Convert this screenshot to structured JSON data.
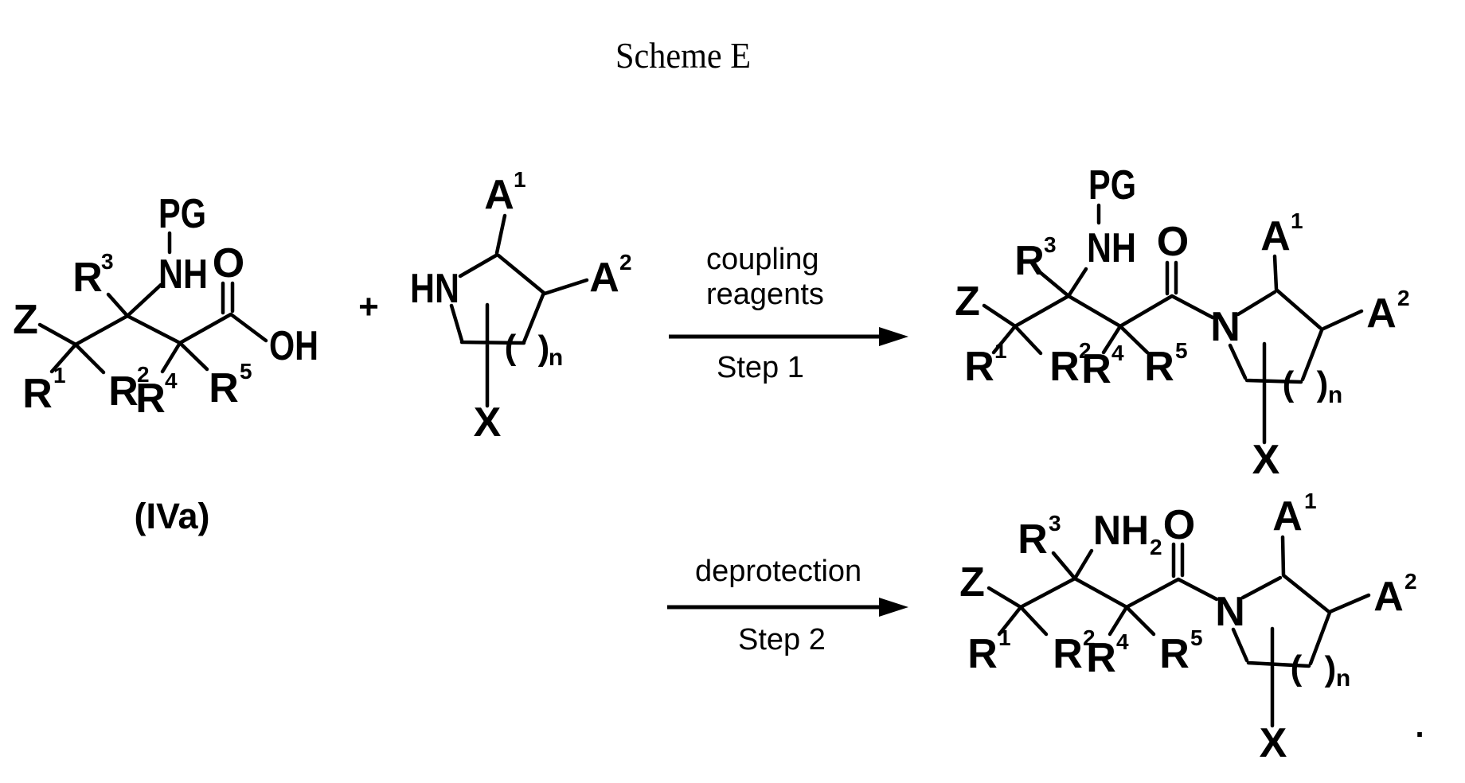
{
  "title": "Scheme E",
  "operators": {
    "plus": "+"
  },
  "steps": [
    {
      "reagents_line1": "coupling",
      "reagents_line2": "reagents",
      "step": "Step 1"
    },
    {
      "reagents_line1": "deprotection",
      "step": "Step 2"
    }
  ],
  "compounds": {
    "acid": {
      "tag": "(IVa)",
      "labels": {
        "Z": "Z",
        "PG": "PG",
        "NH": "NH",
        "O": "O",
        "OH": "OH",
        "R1": {
          "base": "R",
          "sup": "1"
        },
        "R2": {
          "base": "R",
          "sup": "2"
        },
        "R3": {
          "base": "R",
          "sup": "3"
        },
        "R4": {
          "base": "R",
          "sup": "4"
        },
        "R5": {
          "base": "R",
          "sup": "5"
        }
      }
    },
    "amine": {
      "labels": {
        "HN": "HN",
        "X": "X",
        "A1": {
          "base": "A",
          "sup": "1"
        },
        "A2": {
          "base": "A",
          "sup": "2"
        },
        "ring": {
          "open": "(",
          "close": ")",
          "sub": "n"
        }
      }
    },
    "amide": {
      "labels": {
        "Z": "Z",
        "PG": "PG",
        "NH": "NH",
        "O": "O",
        "N": "N",
        "X": "X",
        "R1": {
          "base": "R",
          "sup": "1"
        },
        "R2": {
          "base": "R",
          "sup": "2"
        },
        "R3": {
          "base": "R",
          "sup": "3"
        },
        "R4": {
          "base": "R",
          "sup": "4"
        },
        "R5": {
          "base": "R",
          "sup": "5"
        },
        "A1": {
          "base": "A",
          "sup": "1"
        },
        "A2": {
          "base": "A",
          "sup": "2"
        },
        "ring": {
          "open": "(",
          "close": ")",
          "sub": "n"
        }
      }
    },
    "final": {
      "labels": {
        "Z": "Z",
        "O": "O",
        "N": "N",
        "X": "X",
        "NH2": {
          "base": "NH",
          "sub": "2"
        },
        "R1": {
          "base": "R",
          "sup": "1"
        },
        "R2": {
          "base": "R",
          "sup": "2"
        },
        "R3": {
          "base": "R",
          "sup": "3"
        },
        "R4": {
          "base": "R",
          "sup": "4"
        },
        "R5": {
          "base": "R",
          "sup": "5"
        },
        "A1": {
          "base": "A",
          "sup": "1"
        },
        "A2": {
          "base": "A",
          "sup": "2"
        },
        "ring": {
          "open": "(",
          "close": ")",
          "sub": "n"
        }
      },
      "terminal_period": "."
    }
  }
}
